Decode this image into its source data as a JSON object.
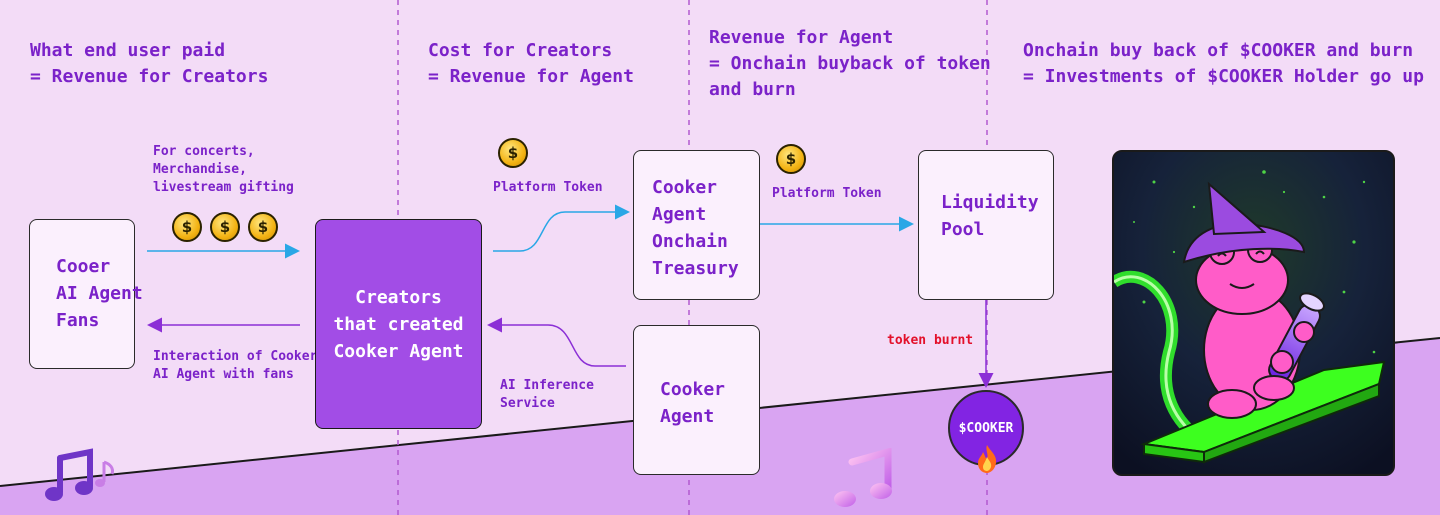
{
  "headings": {
    "col1": "What end user paid\n= Revenue for Creators",
    "col2": "Cost for Creators\n= Revenue for Agent",
    "col3": "Revenue for Agent\n= Onchain buyback of token\nand burn",
    "col4": "Onchain buy back of $COOKER and burn\n= Investments of $COOKER Holder go up"
  },
  "boxes": {
    "fans": "Cooer\nAI Agent\nFans",
    "creators": "Creators\nthat created\nCooker Agent",
    "treasury": "Cooker\nAgent\nOnchain\nTreasury",
    "liquidity_pool": "Liquidity\nPool",
    "cooker_agent": "Cooker\nAgent"
  },
  "labels": {
    "payments": "For concerts,\nMerchandise,\nlivestream gifting",
    "interaction": "Interaction of Cooker\nAI Agent with fans",
    "platform_token_1": "Platform Token",
    "platform_token_2": "Platform Token",
    "ai_inference": "AI Inference\nService",
    "token_burnt": "token burnt"
  },
  "token": {
    "name": "$COOKER",
    "coin_symbol": "$"
  },
  "colors": {
    "accent": "#7b22c9",
    "box_purple": "#a24de6",
    "arrow_blue": "#29a7e6",
    "arrow_purple": "#8b2fd6",
    "burn_red": "#e3102a",
    "divider": "#b25ad0"
  },
  "icons": {
    "coin": "dollar-coin-icon",
    "music": "music-note-icon",
    "fire": "fire-icon"
  }
}
